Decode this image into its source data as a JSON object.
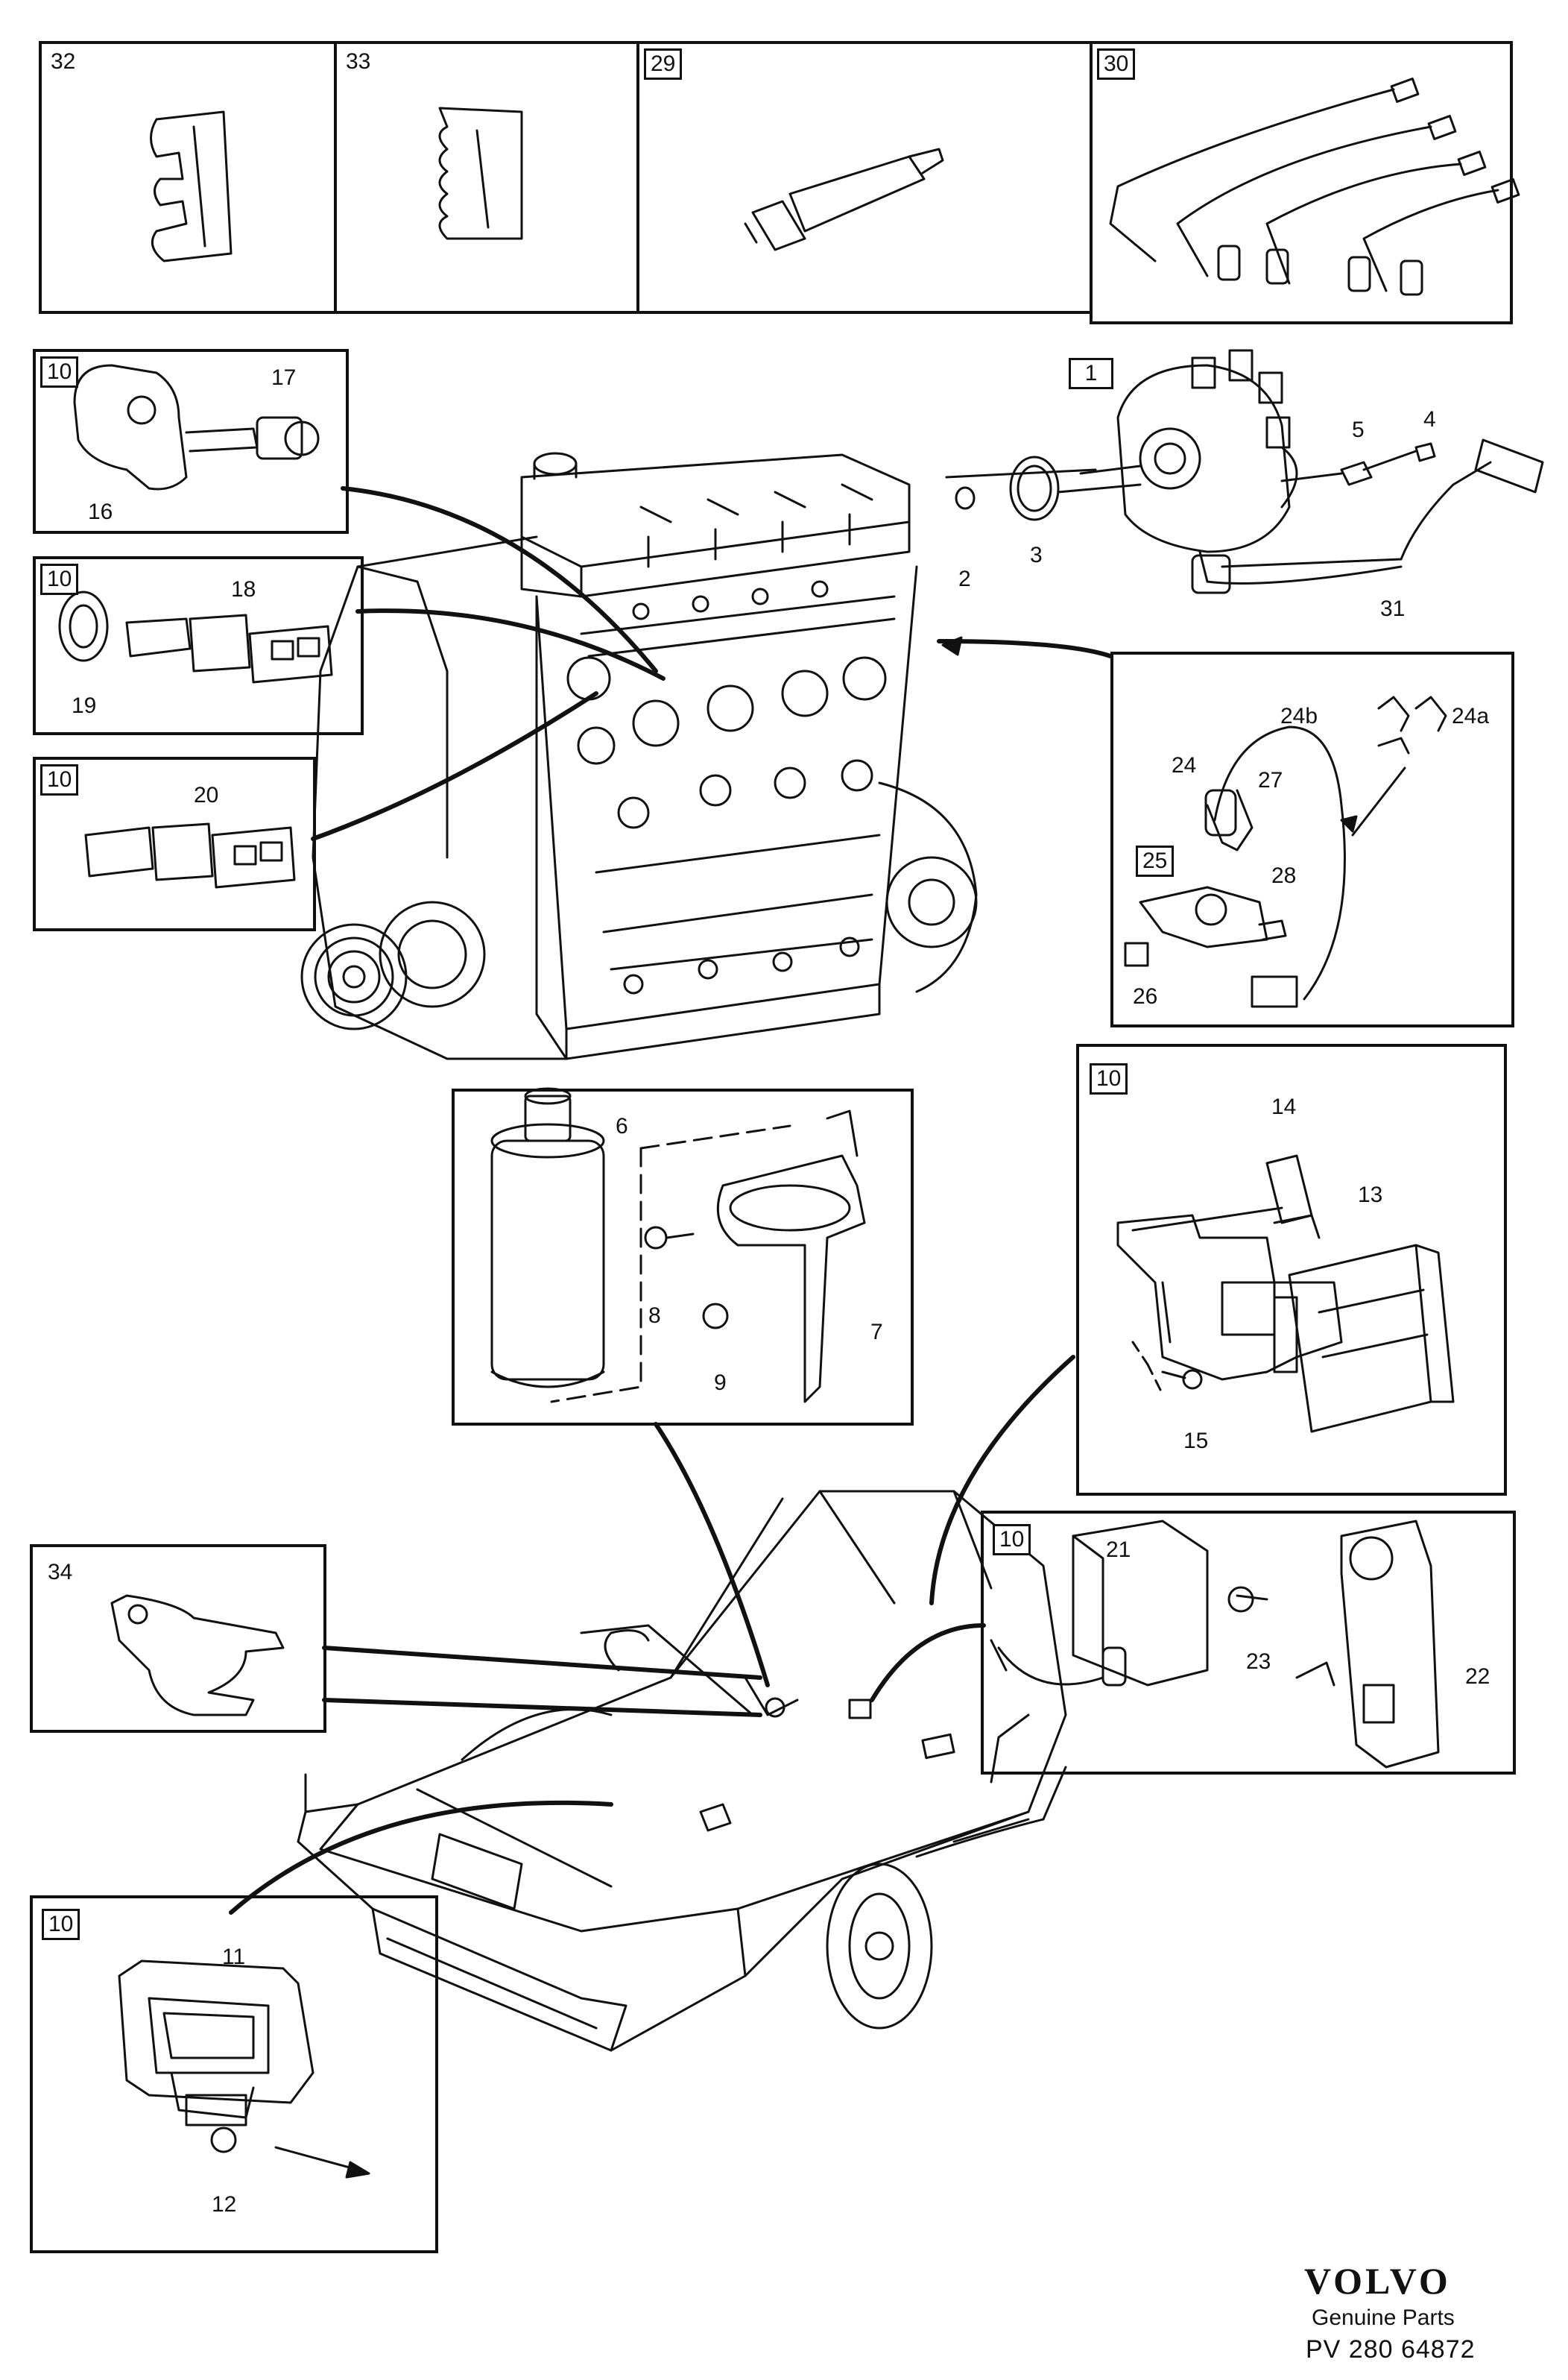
{
  "boxes": {
    "b32": {
      "tag": "32"
    },
    "b33": {
      "tag": "33"
    },
    "b29": {
      "tag": "29"
    },
    "b30": {
      "tag": "30"
    },
    "knock": {
      "tag": "10"
    },
    "temp": {
      "tag": "10"
    },
    "temp2": {
      "tag": "10"
    },
    "impulse": {
      "tag": "25"
    },
    "coil": {
      "tag": ""
    },
    "ecu": {
      "tag": "10"
    },
    "clip": {
      "tag": "34"
    },
    "sensor": {
      "tag": "10"
    },
    "ignition": {
      "tag": "10"
    }
  },
  "distributor_tag": "1",
  "part_numbers": {
    "p2": "2",
    "p3": "3",
    "p4": "4",
    "p5": "5",
    "p6": "6",
    "p7": "7",
    "p8": "8",
    "p9": "9",
    "p11": "11",
    "p12": "12",
    "p13": "13",
    "p14": "14",
    "p15": "15",
    "p16": "16",
    "p17": "17",
    "p18": "18",
    "p19": "19",
    "p20": "20",
    "p21": "21",
    "p22": "22",
    "p23": "23",
    "p24": "24",
    "p24a": "24a",
    "p24b": "24b",
    "p26": "26",
    "p27": "27",
    "p28": "28",
    "p31": "31"
  },
  "footer": {
    "brand": "VOLVO",
    "subtitle": "Genuine Parts",
    "code": "PV 280  64872"
  }
}
